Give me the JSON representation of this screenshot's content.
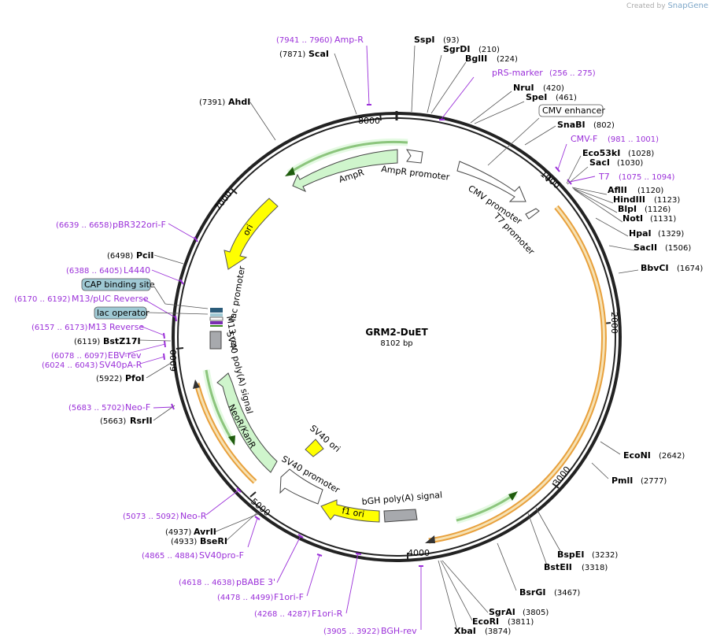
{
  "header": {
    "created_by": "Created by",
    "brand": "SnapGene"
  },
  "plasmid": {
    "name": "GRM2-DuET",
    "length_label": "8102 bp",
    "length": 8102
  },
  "ticks": [
    "1000",
    "2000",
    "3000",
    "4000",
    "5000",
    "6000",
    "7000",
    "8000"
  ],
  "enzymes": [
    {
      "name": "SspI",
      "pos": "(93)"
    },
    {
      "name": "SgrDI",
      "pos": "(210)"
    },
    {
      "name": "BglII",
      "pos": "(224)"
    },
    {
      "name": "NruI",
      "pos": "(420)"
    },
    {
      "name": "SpeI",
      "pos": "(461)"
    },
    {
      "name": "SnaBI",
      "pos": "(802)"
    },
    {
      "name": "Eco53kI",
      "pos": "(1028)"
    },
    {
      "name": "SacI",
      "pos": "(1030)"
    },
    {
      "name": "AflII",
      "pos": "(1120)"
    },
    {
      "name": "HindIII",
      "pos": "(1123)"
    },
    {
      "name": "BlpI",
      "pos": "(1126)"
    },
    {
      "name": "NotI",
      "pos": "(1131)"
    },
    {
      "name": "HpaI",
      "pos": "(1329)"
    },
    {
      "name": "SacII",
      "pos": "(1506)"
    },
    {
      "name": "BbvCI",
      "pos": "(1674)"
    },
    {
      "name": "EcoNI",
      "pos": "(2642)"
    },
    {
      "name": "PmlI",
      "pos": "(2777)"
    },
    {
      "name": "BspEI",
      "pos": "(3232)"
    },
    {
      "name": "BstEII",
      "pos": "(3318)"
    },
    {
      "name": "BsrGI",
      "pos": "(3467)"
    },
    {
      "name": "SgrAI",
      "pos": "(3805)"
    },
    {
      "name": "EcoRI",
      "pos": "(3811)"
    },
    {
      "name": "XbaI",
      "pos": "(3874)"
    },
    {
      "name": "AvrII",
      "pos": "(4937)"
    },
    {
      "name": "BseRI",
      "pos": "(4933)"
    },
    {
      "name": "RsrII",
      "pos": "(5663)"
    },
    {
      "name": "PfoI",
      "pos": "(5922)"
    },
    {
      "name": "BstZ17I",
      "pos": "(6119)"
    },
    {
      "name": "PciI",
      "pos": "(6498)"
    },
    {
      "name": "AhdI",
      "pos": "(7391)"
    },
    {
      "name": "ScaI",
      "pos": "(7871)"
    }
  ],
  "primers": [
    {
      "name": "Amp-R",
      "pos": "(7941 .. 7960)"
    },
    {
      "name": "pRS-marker",
      "pos": "(256 .. 275)"
    },
    {
      "name": "CMV-F",
      "pos": "(981 .. 1001)"
    },
    {
      "name": "T7",
      "pos": "(1075 .. 1094)"
    },
    {
      "name": "pBR322ori-F",
      "pos": "(6639 .. 6658)"
    },
    {
      "name": "L4440",
      "pos": "(6388 .. 6405)"
    },
    {
      "name": "M13/pUC Reverse",
      "pos": "(6170 .. 6192)"
    },
    {
      "name": "M13 Reverse",
      "pos": "(6157 .. 6173)"
    },
    {
      "name": "EBV-rev",
      "pos": "(6078 .. 6097)"
    },
    {
      "name": "SV40pA-R",
      "pos": "(6024 .. 6043)"
    },
    {
      "name": "Neo-F",
      "pos": "(5683 .. 5702)"
    },
    {
      "name": "Neo-R",
      "pos": "(5073 .. 5092)"
    },
    {
      "name": "SV40pro-F",
      "pos": "(4865 .. 4884)"
    },
    {
      "name": "pBABE 3'",
      "pos": "(4618 .. 4638)"
    },
    {
      "name": "F1ori-F",
      "pos": "(4478 .. 4499)"
    },
    {
      "name": "F1ori-R",
      "pos": "(4268 .. 4287)"
    },
    {
      "name": "BGH-rev",
      "pos": "(3905 .. 3922)"
    }
  ],
  "boxed_features": [
    {
      "name": "CMV enhancer",
      "color": "#ffffff"
    },
    {
      "name": "CAP binding site",
      "color": "#9fc9d4"
    },
    {
      "name": "lac operator",
      "color": "#9fc9d4"
    }
  ],
  "features": [
    {
      "name": "AmpR promoter"
    },
    {
      "name": "AmpR"
    },
    {
      "name": "CMV promoter"
    },
    {
      "name": "T7 promoter"
    },
    {
      "name": "ori"
    },
    {
      "name": "lac promoter"
    },
    {
      "name": "M13 rev"
    },
    {
      "name": "SV40 poly(A) signal"
    },
    {
      "name": "NeoR/KanR"
    },
    {
      "name": "SV40 ori"
    },
    {
      "name": "SV40 promoter"
    },
    {
      "name": "f1 ori"
    },
    {
      "name": "bGH poly(A) signal"
    }
  ],
  "colors": {
    "backbone": "#222222",
    "primer": "#9b30d9",
    "promoter": "#ffffff",
    "cds_green": "#cff5cc",
    "ori_yellow": "#ffff00",
    "orf_orange": "#e8a03c",
    "polyA_gray": "#a7a9ad"
  }
}
